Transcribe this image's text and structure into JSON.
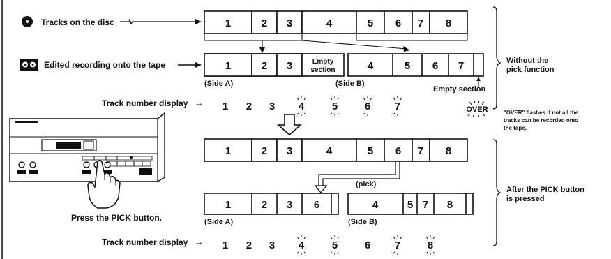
{
  "top": {
    "disc_label": "Tracks on the disc",
    "tape_label": "Edited recording onto the tape",
    "disc_tracks": [
      "1",
      "2",
      "3",
      "4",
      "5",
      "6",
      "7",
      "8"
    ],
    "tape_tracks": [
      "1",
      "2",
      "3",
      "Empty section",
      "4",
      "5",
      "6",
      "7"
    ],
    "empty_section_line1": "Empty",
    "empty_section_line2": "section",
    "side_a": "(Side A)",
    "side_b": "(Side B)",
    "empty_section_label": "Empty section",
    "display_label": "Track number display",
    "display_numbers": [
      "1",
      "2",
      "3",
      "4",
      "5",
      "6",
      "7"
    ],
    "over_text": "OVER",
    "note_line1": "Without the",
    "note_line2": "pick function",
    "over_note_line1": "\"OVER\" flashes if not all the",
    "over_note_line2": "tracks can be recorded onto",
    "over_note_line3": "the tape."
  },
  "bottom": {
    "disc_tracks": [
      "1",
      "2",
      "3",
      "4",
      "5",
      "6",
      "7",
      "8"
    ],
    "pick_label": "(pick)",
    "tape_tracks": [
      "1",
      "2",
      "3",
      "6",
      "4",
      "5",
      "7",
      "8"
    ],
    "side_a": "(Side A)",
    "side_b": "(Side B)",
    "press_label": "Press the PICK button.",
    "display_label": "Track number display",
    "display_numbers": [
      "1",
      "2",
      "3",
      "4",
      "5",
      "6",
      "7",
      "8"
    ],
    "note_line1": "After the PICK button",
    "note_line2": "is pressed"
  },
  "arrow_glyph": "→"
}
